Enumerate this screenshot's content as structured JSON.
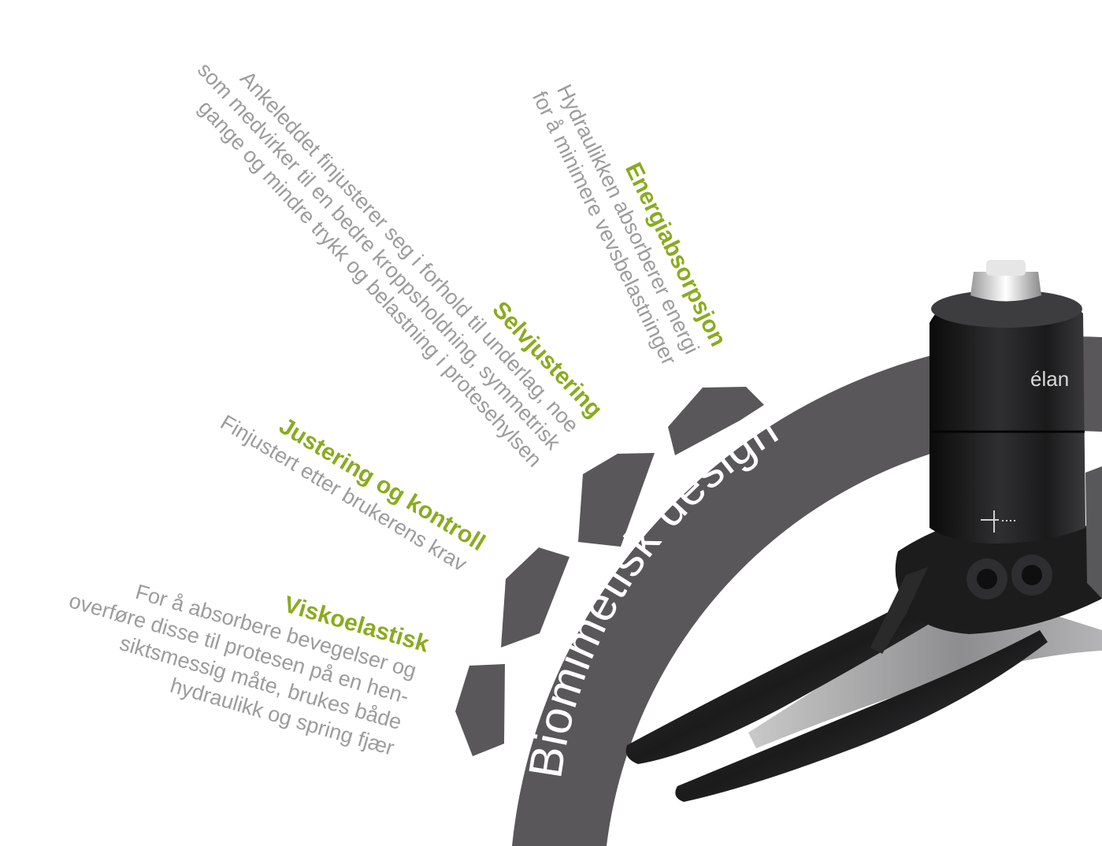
{
  "diagram": {
    "center_label": "Biomimetisk design",
    "product_brand": "élan",
    "features": [
      {
        "title": "Viskoelastisk",
        "description_lines": [
          "For å absorbere bevegelser og",
          "overføre disse til protesen på en hen-",
          "siktsmessig måte, brukes både",
          "hydraulikk og spring fjær"
        ]
      },
      {
        "title": "Justering og kontroll",
        "description_lines": [
          "Finjustert etter brukerens krav"
        ]
      },
      {
        "title": "Selvjustering",
        "description_lines": [
          "Ankeleddet finjusterer seg i forhold til underlag, noe",
          "som medvirker til en bedre kroppsholdning, symmetrisk",
          "gange og mindre trykk og belastning i protesehylsen"
        ]
      },
      {
        "title": "Energiabsorpsjon",
        "description_lines": [
          "Hydraulikken absorberer energi",
          "for å minimere vevsbelastninger"
        ]
      }
    ],
    "colors": {
      "arc": "#59575a",
      "accent_green": "#8aab1e",
      "description_gray": "#9c9c9c"
    }
  }
}
